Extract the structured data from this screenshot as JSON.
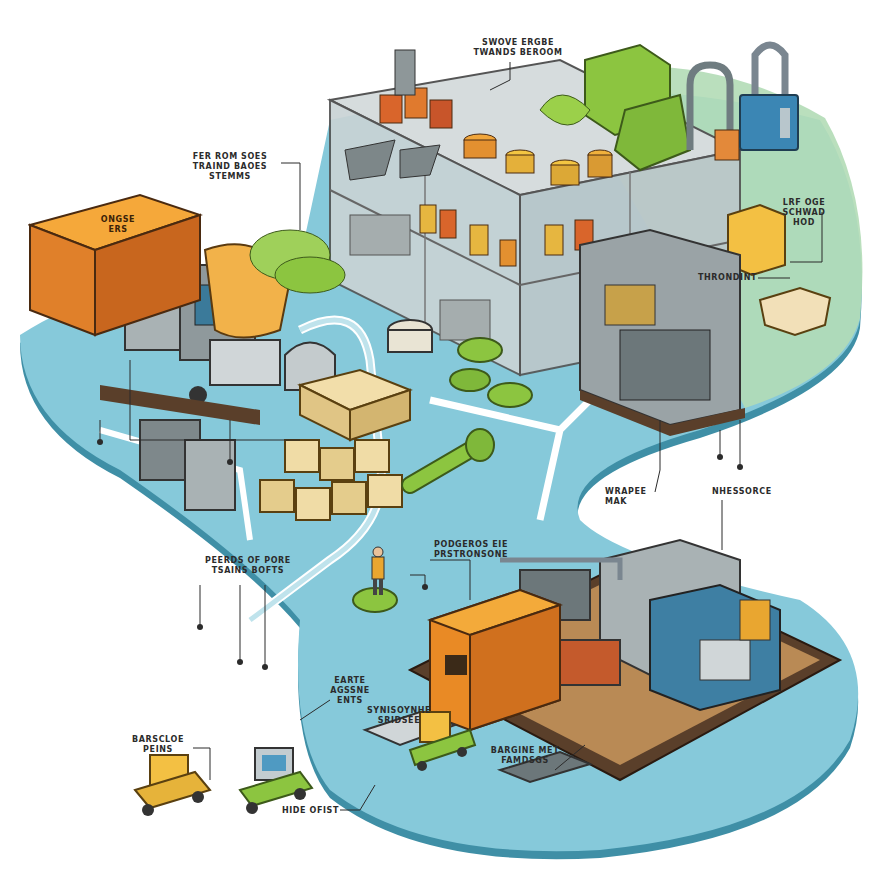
{
  "diagram": {
    "nodes": [
      {
        "text": [
          "ONGSE ERS"
        ]
      }
    ],
    "labels": [
      "SWOVE ERGBE TWANDS BEROOM",
      "FER ROM SOES TRAIND BAOES STEMMS",
      "LRF OGE SCHWAD HOD",
      "THRONDINT",
      "WRAPEE MAK",
      "NHESSORCE",
      "PEERDS OF PORE TSAINS BOFTS",
      "PODGEROS EIE PRSTRONSONE",
      "EARTE AGSSNE ENTS",
      "SYNISOYNHE SRIDSEE",
      "BARGINE MET FAMDSGS",
      "BARSCLOE PEINS",
      "HIDE OFIST"
    ]
  }
}
